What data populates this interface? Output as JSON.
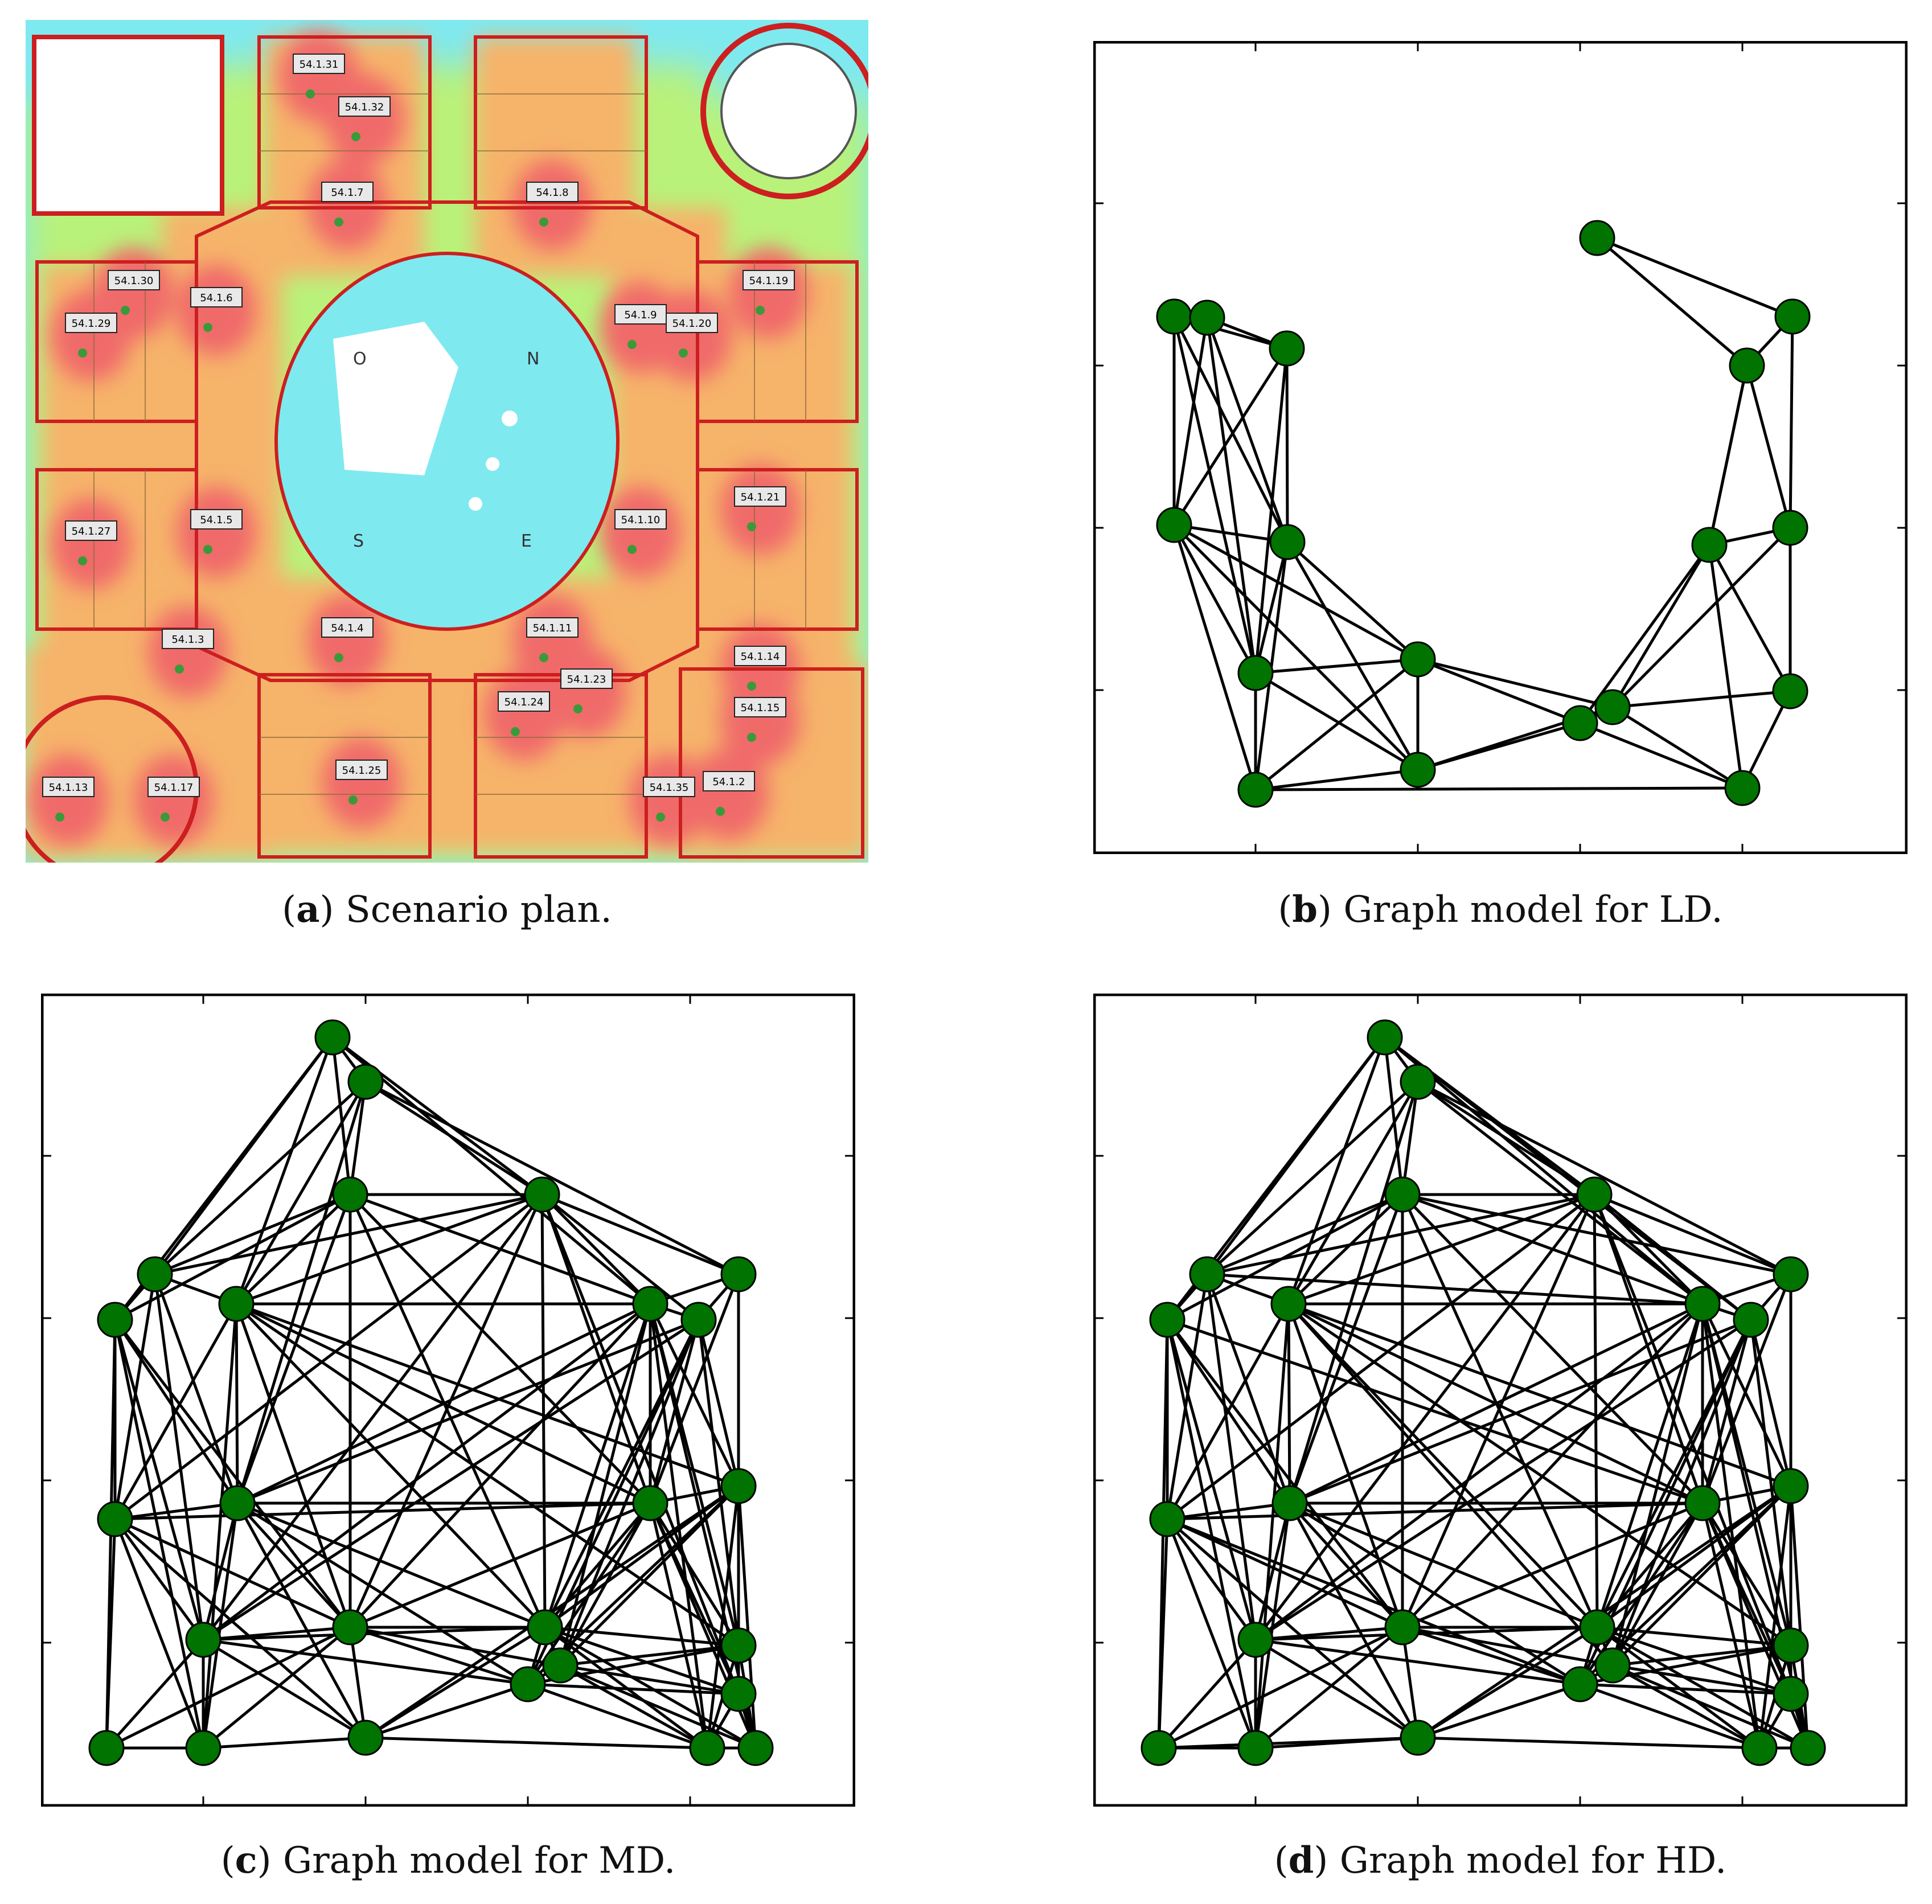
{
  "captions": {
    "a": {
      "letter": "a",
      "text": "Scenario plan."
    },
    "b": {
      "letter": "b",
      "text": "Graph model for LD."
    },
    "c": {
      "letter": "c",
      "text": "Graph model for MD."
    },
    "d": {
      "letter": "d",
      "text": "Graph model for HD."
    }
  },
  "plan": {
    "labels": [
      "54.1.31",
      "54.1.32",
      "54.1.7",
      "54.1.8",
      "54.1.30",
      "54.1.6",
      "54.1.29",
      "54.1.9",
      "54.1.20",
      "54.1.19",
      "54.1.27",
      "54.1.5",
      "54.1.10",
      "54.1.21",
      "54.1.3",
      "54.1.4",
      "54.1.11",
      "54.1.23",
      "54.1.24",
      "54.1.14",
      "54.1.15",
      "54.1.25",
      "54.1.13",
      "54.1.17",
      "54.1.35",
      "54.1.2"
    ],
    "compass": [
      "O",
      "N",
      "S",
      "E"
    ]
  },
  "colors": {
    "node": "#007300",
    "edge": "#000000",
    "heat_red": "#f06a6a",
    "heat_orange": "#f6b36a",
    "heat_green": "#b9f27a",
    "heat_cyan": "#7fe9f0",
    "wall": "#cc1f1f"
  }
}
